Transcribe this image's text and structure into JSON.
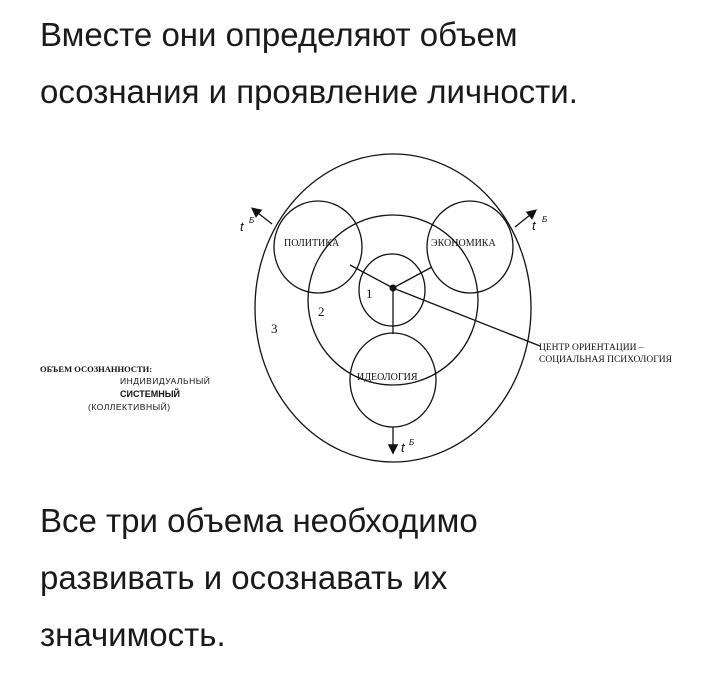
{
  "top_text": {
    "line1": "Вместе они определяют объем",
    "line2": "осознания и проявление личности."
  },
  "diagram": {
    "circle_politics": "ПОЛИТИКА",
    "circle_economics": "ЭКОНОМИКА",
    "circle_ideology": "ИДЕОЛОГИЯ",
    "level1": "1",
    "level2": "2",
    "level3": "3",
    "time_label": "t",
    "time_sub": "Б",
    "center_label_line1": "ЦЕНТР ОРИЕНТАЦИИ –",
    "center_label_line2": "СОЦИАЛЬНАЯ ПСИХОЛОГИЯ",
    "legend_title": "ОБЪЕМ ОСОЗНАННОСТИ:",
    "legend_individual": "ИНДИВИДУАЛЬНЫЙ",
    "legend_systemic": "СИСТЕМНЫЙ",
    "legend_collective": "(КОЛЛЕКТИВНЫЙ)"
  },
  "bottom_text": {
    "line1": "Все три объема необходимо",
    "line2": "развивать и осознавать их",
    "line3": "значимость."
  }
}
